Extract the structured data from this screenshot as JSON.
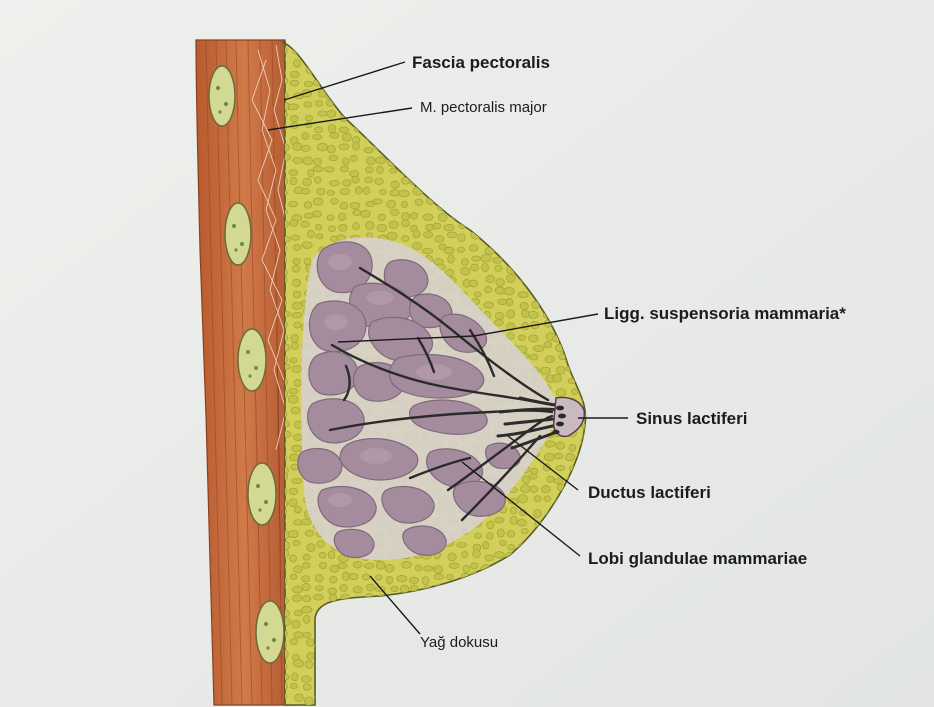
{
  "labels": {
    "fascia_pectoralis": "Fascia pectoralis",
    "m_pectoralis_major": "M. pectoralis major",
    "ligg_suspensoria": "Ligg. suspensoria mammaria*",
    "sinus_lactiferi": "Sinus lactiferi",
    "ductus_lactiferi": "Ductus lactiferi",
    "lobi_glandulae": "Lobi glandulae mammariae",
    "yag_dokusu": "Yağ dokusu"
  },
  "colors": {
    "background": "#e9ebe8",
    "muscle": "#c5693b",
    "fat": "#d2d05a",
    "gland": "#a48c9e",
    "ribs": "#d3d893"
  }
}
